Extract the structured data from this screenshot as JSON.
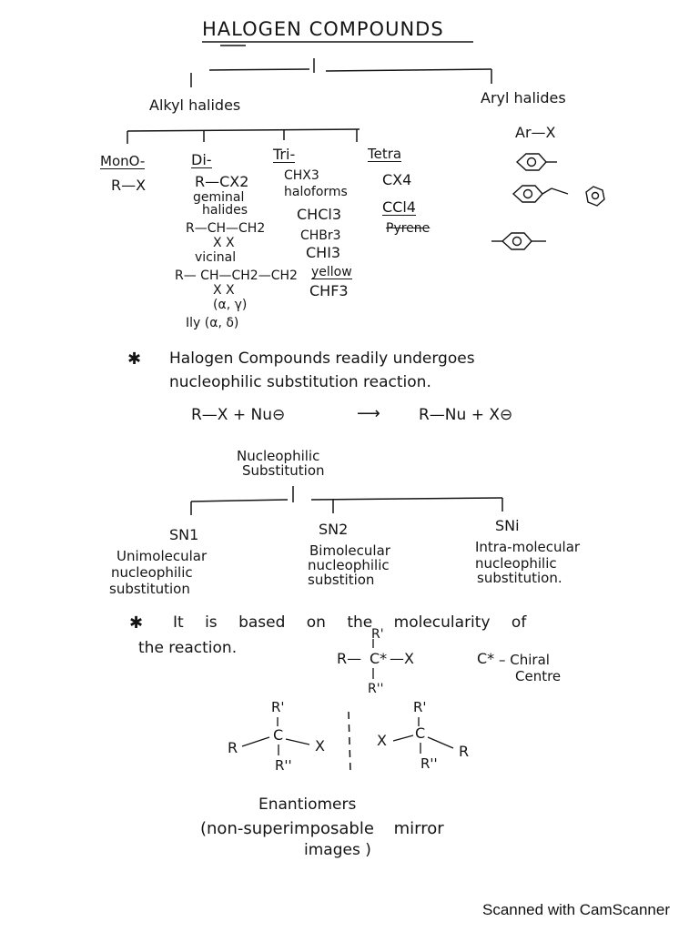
{
  "title": "HALOGEN COMPOUNDS",
  "branches": {
    "alkyl": "Alkyl halides",
    "aryl": "Aryl halides"
  },
  "alkyl_types": {
    "mono": {
      "label": "MonO-",
      "formula": "R—X"
    },
    "di": {
      "label": "Di-",
      "lines": [
        "R—CX2",
        "geminal",
        "halides",
        "R—CH—CH2",
        "X     X",
        "vicinal",
        "R— CH—CH2—CH2",
        "X                X",
        "(α, γ)",
        "Ily (α, δ)"
      ]
    },
    "tri": {
      "label": "Tri-",
      "lines": [
        "CHX3",
        "haloforms",
        "CHCl3",
        "CHBr3",
        "CHI3",
        "yellow",
        "CHF3"
      ]
    },
    "tetra": {
      "label": "Tetra",
      "lines": [
        "CX4",
        "CCl4",
        "Pyrene"
      ]
    }
  },
  "aryl_examples": [
    "Ar—X"
  ],
  "statement": {
    "bullet": "✱",
    "line1": "Halogen Compounds readily undergoes",
    "line2": "nucleophilic substitution reaction."
  },
  "reaction": {
    "reactants": "R—X  +  Nu⊖",
    "arrow": "⟶",
    "products": "R—Nu  +  X⊖"
  },
  "substitution_heading": [
    "Nucleophilic",
    "Substitution"
  ],
  "mechanisms": [
    {
      "name": "SN1",
      "desc": [
        "Unimolecular",
        "nucleophilic",
        "substitution"
      ]
    },
    {
      "name": "SN2",
      "desc": [
        "Bimolecular",
        "nucleophilic",
        "substition"
      ]
    },
    {
      "name": "SNi",
      "desc": [
        "Intra-molecular",
        "nucleophilic",
        "substitution."
      ]
    }
  ],
  "note": {
    "bullet": "✱",
    "line1": "It is based on the molecularity of",
    "line2": "the reaction."
  },
  "chiral": {
    "r1": "R'",
    "r": "R—",
    "c": "C*",
    "x": "—X",
    "r2": "R''",
    "label_symbol": "C*",
    "label1": "– Chiral",
    "label2": "Centre"
  },
  "enantiomer_left": {
    "r1": "R'",
    "r": "R",
    "c": "C",
    "x": "X",
    "r2": "R''"
  },
  "enantiomer_right": {
    "r1": "R'",
    "x": "X",
    "c": "C",
    "r": "R",
    "r2": "R''"
  },
  "enantiomers": {
    "label": "Enantiomers",
    "line1": "(non-superimposable mirror",
    "line2": "images )"
  },
  "footer": "Scanned with CamScanner"
}
